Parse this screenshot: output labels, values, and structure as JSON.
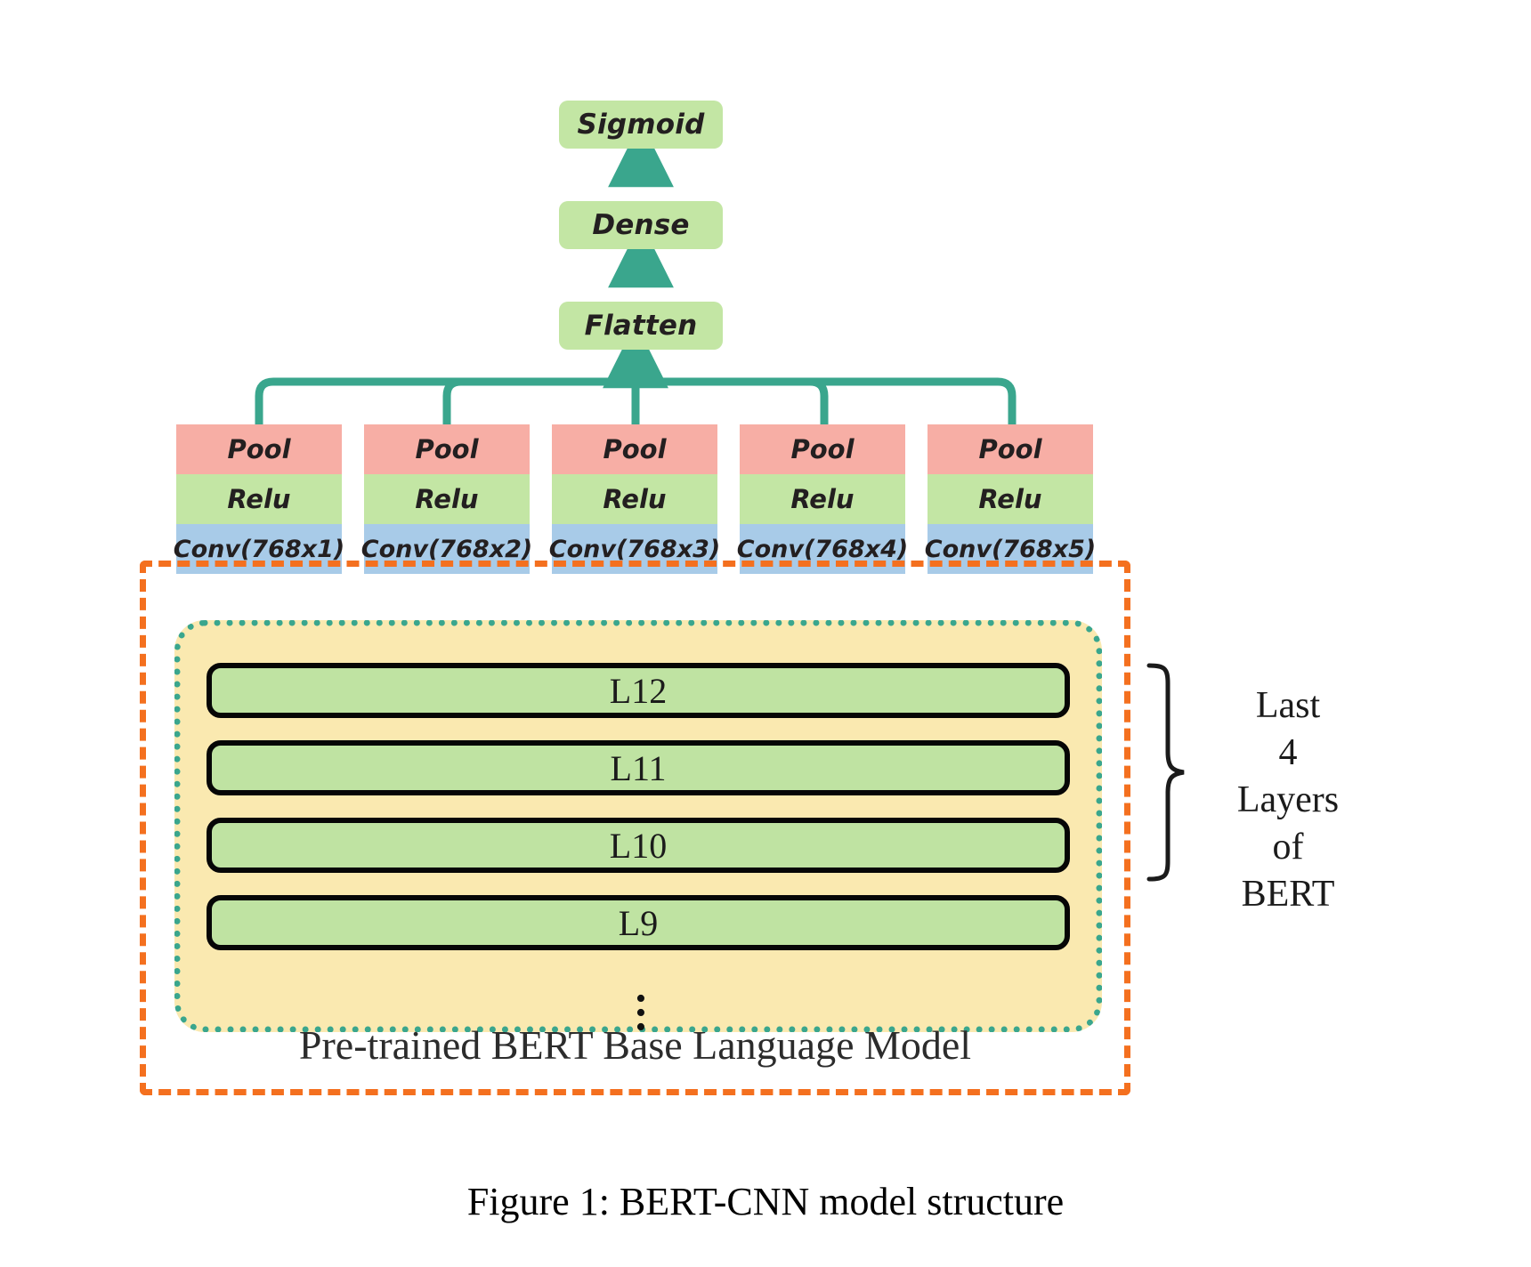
{
  "figure": {
    "caption": "Figure 1: BERT-CNN model structure"
  },
  "colors": {
    "green_box": "#c3e6a4",
    "pink_pool": "#f7aea5",
    "blue_conv": "#a8cbe8",
    "teal_arrow": "#3aa68d",
    "orange_dashed": "#f4701f",
    "yellow_fill": "#fae9b0",
    "black_border": "#060606"
  },
  "head": {
    "boxes": [
      {
        "label": "Sigmoid",
        "name": "sigmoid-box"
      },
      {
        "label": "Dense",
        "name": "dense-box"
      },
      {
        "label": "Flatten",
        "name": "flatten-box"
      }
    ]
  },
  "cnn_branches": {
    "row_labels": {
      "pool": "Pool",
      "relu": "Relu"
    },
    "columns": [
      {
        "pool": "Pool",
        "relu": "Relu",
        "conv": "Conv(768x1)"
      },
      {
        "pool": "Pool",
        "relu": "Relu",
        "conv": "Conv(768x2)"
      },
      {
        "pool": "Pool",
        "relu": "Relu",
        "conv": "Conv(768x3)"
      },
      {
        "pool": "Pool",
        "relu": "Relu",
        "conv": "Conv(768x4)"
      },
      {
        "pool": "Pool",
        "relu": "Relu",
        "conv": "Conv(768x5)"
      }
    ]
  },
  "bert": {
    "title": "Pre-trained BERT Base Language Model",
    "layers": [
      "L12",
      "L11",
      "L10",
      "L9"
    ],
    "ellipsis": [
      "•",
      "•",
      "•"
    ],
    "annotation_lines": [
      "Last",
      "4",
      "Layers",
      "of",
      "BERT"
    ]
  }
}
